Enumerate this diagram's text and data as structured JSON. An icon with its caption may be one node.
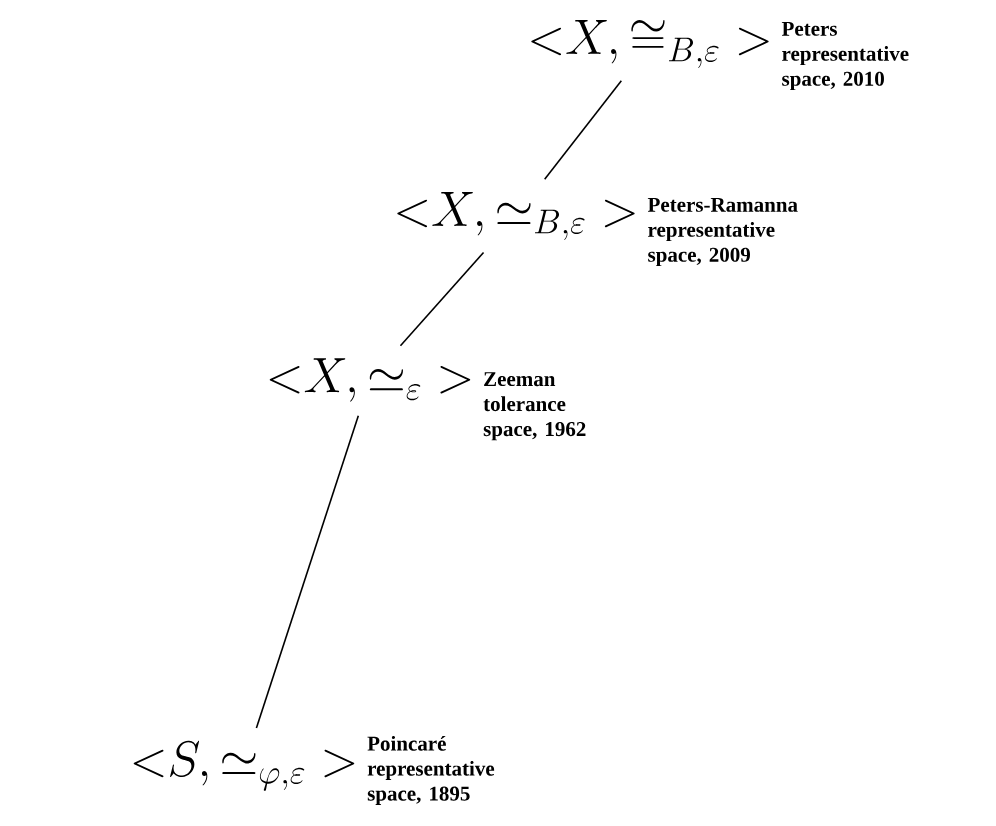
{
  "diagram": {
    "nodes": [
      {
        "text": [
          "{<}X,\\cong_{B,\\varepsilon}{>}"
        ],
        "beside": [
          "Peters representative space, 2010"
        ]
      },
      {
        "text": [
          "{<}X,\\simeq_{B,\\varepsilon}{>}"
        ],
        "beside": [
          "Peters-Ramanna representative space, 2009"
        ]
      },
      {
        "text": [
          "{<}X,\\simeq_{\\varepsilon}{>}"
        ],
        "beside": [
          "Zeeman tolerance space, 1962"
        ]
      },
      {
        "text": [
          "{<}S,\\simeq_{\\varphi,\\varepsilon}{>}"
        ],
        "beside": [
          "Poincaré representative space, 1895"
        ]
      }
    ],
    "edges": [
      {
        "from": 0,
        "to": 1,
        "arrow": "none"
      },
      {
        "from": 1,
        "to": 2,
        "arrow": "none"
      },
      {
        "from": 2,
        "to": 3,
        "arrow": "none"
      }
    ]
  }
}
